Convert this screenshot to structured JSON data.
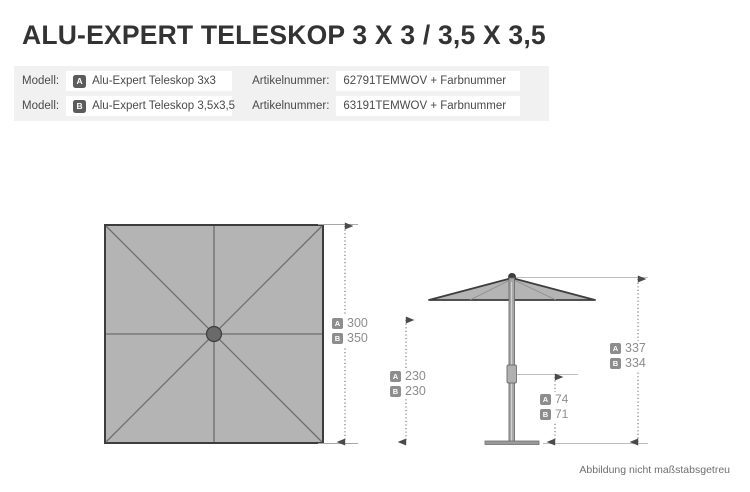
{
  "page": {
    "title": "ALU-EXPERT TELESKOP 3 X 3 / 3,5 X 3,5",
    "footer_note": "Abbildung nicht maßstabsgetreu"
  },
  "info_table": {
    "rows": [
      {
        "model_label": "Modell:",
        "variant": "A",
        "model_value": "Alu-Expert Teleskop 3x3",
        "article_label": "Artikelnummer:",
        "article_value": "62791TEMWOV + Farbnummer"
      },
      {
        "model_label": "Modell:",
        "variant": "B",
        "model_value": "Alu-Expert Teleskop 3,5x3,5",
        "article_label": "Artikelnummer:",
        "article_value": "63191TEMWOV + Farbnummer"
      }
    ]
  },
  "dimensions": {
    "square_width": {
      "a_badge": "A",
      "a_value": "300",
      "b_badge": "B",
      "b_value": "350"
    },
    "total_height": {
      "a_badge": "A",
      "a_value": "337",
      "b_badge": "B",
      "b_value": "334"
    },
    "canopy_edge_height": {
      "a_badge": "A",
      "a_value": "230",
      "b_badge": "B",
      "b_value": "230"
    },
    "hub_height": {
      "a_badge": "A",
      "a_value": "74",
      "b_badge": "B",
      "b_value": "71"
    }
  },
  "colors": {
    "canopy_fill": "#b4b4b4",
    "outline": "#3d3d3d",
    "rib_line": "#6e6e6e",
    "pole": "#9a9a9a",
    "dim_text": "#8d8d8d",
    "band_bg": "#f1f1f1"
  },
  "diagrams": {
    "top_view_name": "square parasol top view",
    "side_view_name": "parasol side elevation"
  }
}
